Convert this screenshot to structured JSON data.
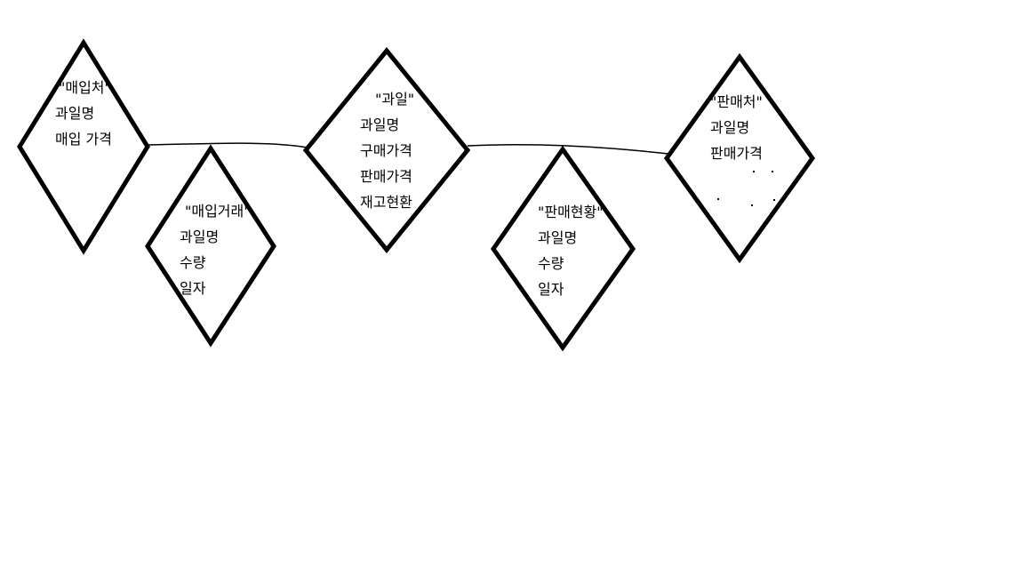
{
  "entities": [
    {
      "title": "\"매입처\"",
      "attrs": [
        "과일명",
        "매입 가격"
      ]
    },
    {
      "title": "\"매입거래\"",
      "attrs": [
        "과일명",
        "수량",
        "일자"
      ]
    },
    {
      "title": "\"과일\"",
      "attrs": [
        "과일명",
        "구매가격",
        "판매가격",
        "재고현환"
      ]
    },
    {
      "title": "\"판매현황\"",
      "attrs": [
        "과일명",
        "수량",
        "일자"
      ]
    },
    {
      "title": "\"판매처\"",
      "attrs": [
        "과일명",
        "판매가격"
      ]
    }
  ],
  "colors": {
    "stroke": "#000000",
    "background": "#ffffff"
  }
}
